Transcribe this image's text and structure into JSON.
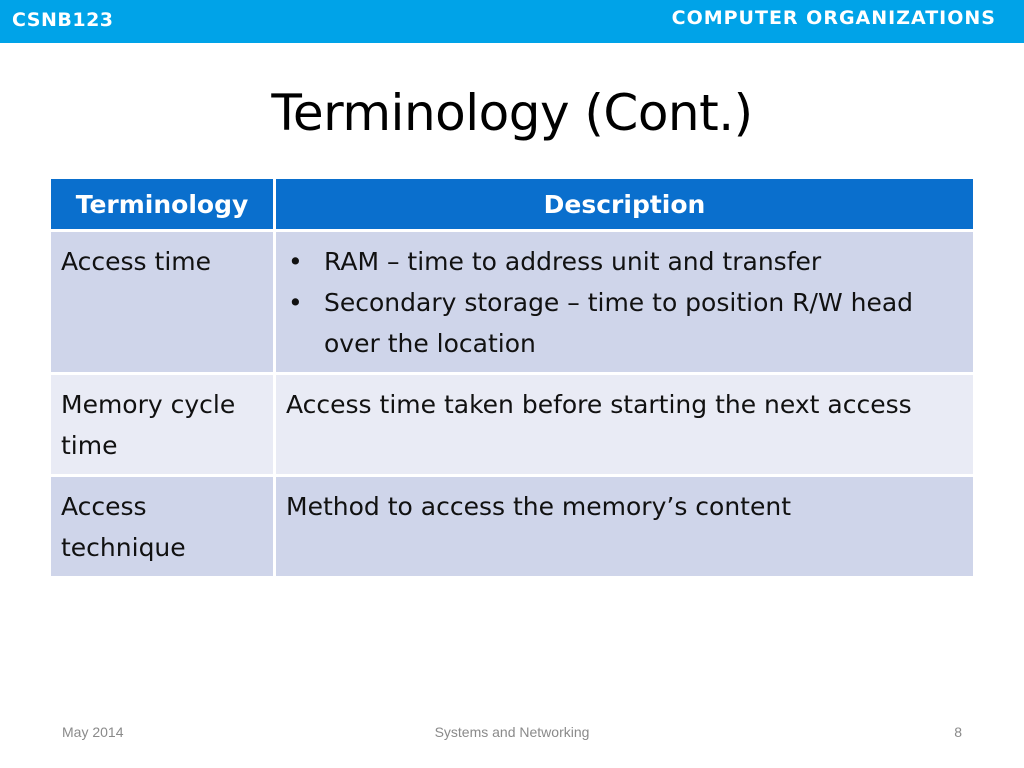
{
  "header": {
    "course_code": "CSNB123",
    "course_name": "COMPUTER ORGANIZATIONS",
    "band_color": "#00a3e8"
  },
  "slide": {
    "title": "Terminology (Cont.)"
  },
  "table": {
    "header_color": "#0a6fcd",
    "columns": [
      "Terminology",
      "Description"
    ],
    "rows": [
      {
        "term": "Access time",
        "bullets": [
          "RAM – time to address unit and transfer",
          "Secondary storage – time to position R/W head over the location"
        ]
      },
      {
        "term": "Memory cycle time",
        "description": "Access time taken before starting the next access"
      },
      {
        "term": "Access technique",
        "description": "Method to access the memory’s content"
      }
    ]
  },
  "footer": {
    "date": "May 2014",
    "center": "Systems and Networking",
    "page": "8"
  }
}
